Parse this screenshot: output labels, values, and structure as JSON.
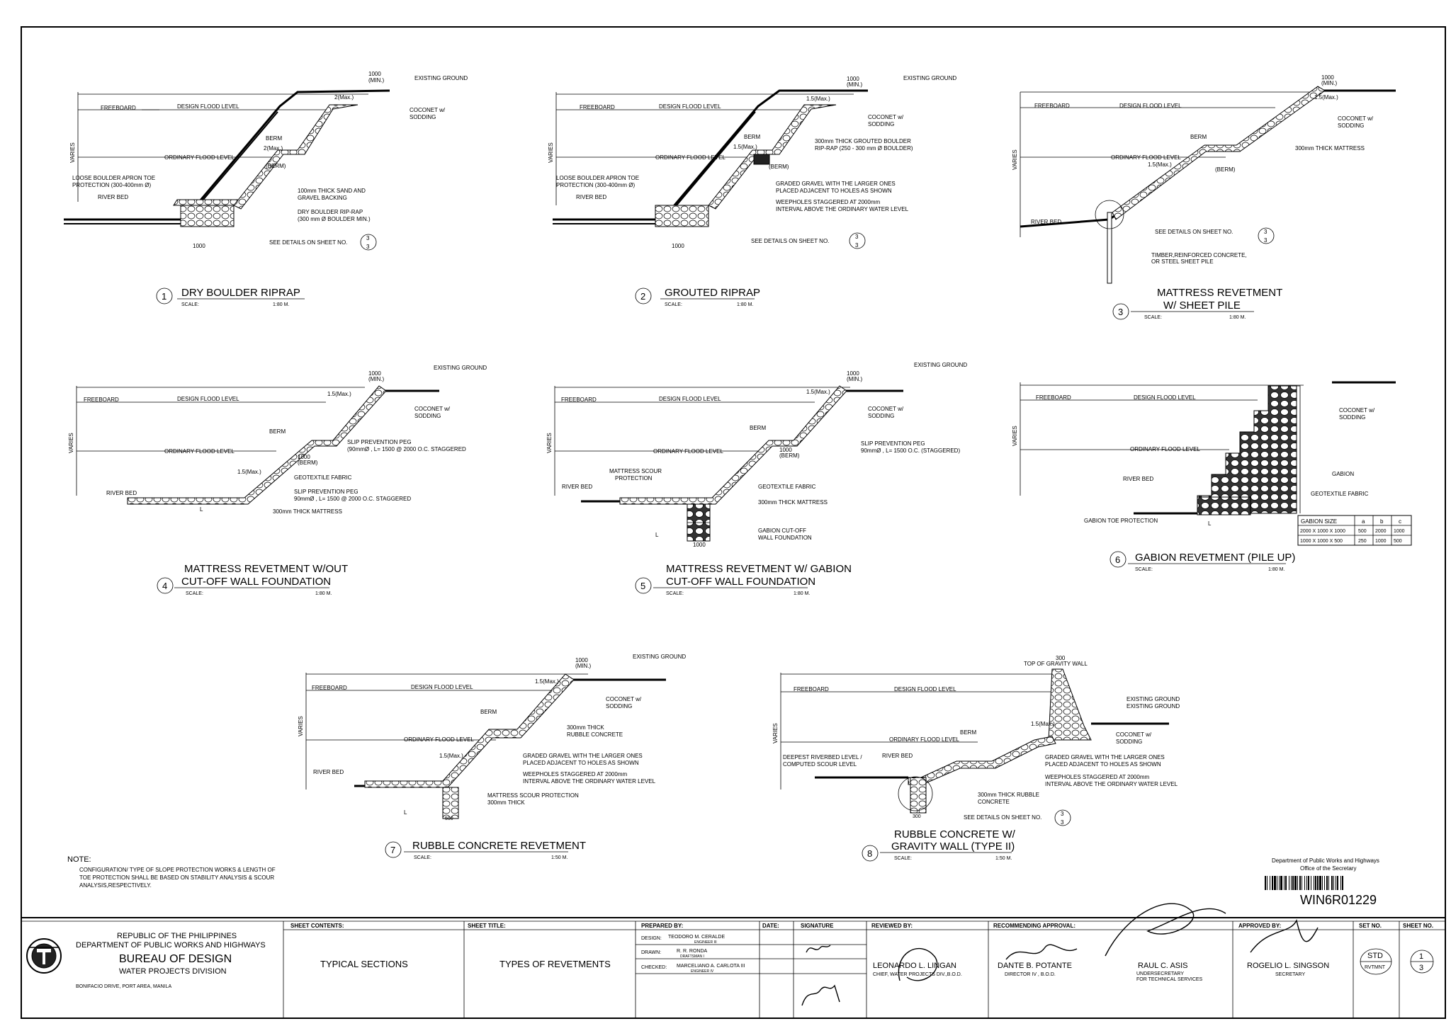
{
  "labels": {
    "freeboard": "FREEBOARD",
    "design_flood_level": "DESIGN FLOOD LEVEL",
    "ordinary_flood_level": "ORDINARY FLOOD LEVEL",
    "existing_ground": "EXISTING GROUND",
    "coconet": "COCONET w/",
    "sodding": "SODDING",
    "berm": "BERM",
    "berm_dim": "(BERM)",
    "river_bed": "RIVER BED",
    "varies": "VARIES",
    "min": "(MIN.)",
    "slope_2max": "2(Max.)",
    "slope_15max": "1.5(Max.)",
    "one": "1",
    "dim_1000": "1000",
    "dim_500": "500",
    "dim_300": "300",
    "L": "L",
    "see_details": "SEE DETAILS ON SHEET NO.",
    "detail_sheet_top": "3",
    "detail_sheet_bottom": "3"
  },
  "sections": [
    {
      "number": "1",
      "title": "DRY BOULDER RIPRAP",
      "title2": "",
      "scale_label": "SCALE:",
      "scale": "1:80 M."
    },
    {
      "number": "2",
      "title": "GROUTED RIPRAP",
      "title2": "",
      "scale_label": "SCALE:",
      "scale": "1:80 M."
    },
    {
      "number": "3",
      "title": "MATTRESS REVETMENT",
      "title2": "W/ SHEET PILE",
      "scale_label": "SCALE:",
      "scale": "1:80 M."
    },
    {
      "number": "4",
      "title": "MATTRESS REVETMENT W/OUT",
      "title2": "CUT-OFF WALL FOUNDATION",
      "scale_label": "SCALE:",
      "scale": "1:80 M."
    },
    {
      "number": "5",
      "title": "MATTRESS REVETMENT W/ GABION",
      "title2": "CUT-OFF WALL FOUNDATION",
      "scale_label": "SCALE:",
      "scale": "1:80 M."
    },
    {
      "number": "6",
      "title": "GABION REVETMENT (PILE UP)",
      "title2": "",
      "scale_label": "SCALE:",
      "scale": "1:80 M."
    },
    {
      "number": "7",
      "title": "RUBBLE CONCRETE REVETMENT",
      "title2": "",
      "scale_label": "SCALE:",
      "scale": "1:50 M."
    },
    {
      "number": "8",
      "title": "RUBBLE CONCRETE W/",
      "title2": "GRAVITY WALL (TYPE II)",
      "scale_label": "SCALE:",
      "scale": "1:50 M."
    }
  ],
  "annotations": {
    "s1_apron": "LOOSE BOULDER APRON TOE",
    "s1_apron2": "PROTECTION (300-400mm Ø)",
    "s1_sand": "100mm THICK SAND AND",
    "s1_sand2": "GRAVEL BACKING",
    "s1_riprap": "DRY BOULDER RIP-RAP",
    "s1_riprap2": "(300 mm Ø BOULDER MIN.)",
    "s2_grouted": "300mm THICK GROUTED BOULDER",
    "s2_grouted2": "RIP-RAP (250 - 300 mm Ø BOULDER)",
    "s2_gravel": "GRADED GRAVEL WITH THE LARGER ONES",
    "s2_gravel2": "PLACED ADJACENT TO HOLES AS SHOWN",
    "s2_weep": "WEEPHOLES STAGGERED AT 2000mm",
    "s2_weep2": "INTERVAL ABOVE THE ORDINARY WATER LEVEL",
    "s3_mattress": "300mm THICK MATTRESS",
    "s3_pile": "TIMBER,REINFORCED CONCRETE,",
    "s3_pile2": "OR STEEL SHEET PILE",
    "s4_peg": "SLIP PREVENTION PEG",
    "s4_peg2": "(90mmØ , L= 1500 @ 2000 O.C. STAGGERED",
    "s4_geo": "GEOTEXTILE FABRIC",
    "s4_peg3": "SLIP PREVENTION PEG",
    "s4_peg4": "90mmØ , L= 1500 @ 2000 O.C. STAGGERED",
    "s4_mattress": "300mm THICK MATTRESS",
    "s5_scour": "MATTRESS SCOUR",
    "s5_scour2": "PROTECTION",
    "s5_peg": "SLIP PREVENTION PEG",
    "s5_peg2": "90mmØ , L= 1500 O.C. (STAGGERED)",
    "s5_geo": "GEOTEXTILE FABRIC",
    "s5_mattress": "300mm THICK MATTRESS",
    "s5_gabion": "GABION CUT-OFF",
    "s5_gabion2": "WALL FOUNDATION",
    "s6_gabion": "GABION",
    "s6_geo": "GEOTEXTILE FABRIC",
    "s6_toe": "GABION TOE PROTECTION",
    "s7_rubble": "300mm THICK",
    "s7_rubble2": "RUBBLE CONCRETE",
    "s7_gravel": "GRADED GRAVEL WITH THE LARGER ONES",
    "s7_gravel2": "PLACED ADJACENT TO HOLES AS SHOWN",
    "s7_weep": "WEEPHOLES STAGGERED AT 2000mm",
    "s7_weep2": "INTERVAL ABOVE THE ORDINARY WATER LEVEL",
    "s7_scour": "MATTRESS SCOUR PROTECTION",
    "s7_scour2": "300mm THICK",
    "s8_top": "TOP OF GRAVITY WALL",
    "s8_deep": "DEEPEST RIVERBED LEVEL /",
    "s8_deep2": "COMPUTED SCOUR LEVEL",
    "s8_rubble": "300mm THICK RUBBLE",
    "s8_rubble2": "CONCRETE"
  },
  "gabion_table": {
    "headers": [
      "GABION SIZE",
      "a",
      "b",
      "c"
    ],
    "rows": [
      [
        "2000 X 1000 X 1000",
        "500",
        "2000",
        "1000"
      ],
      [
        "1000 X 1000 X 500",
        "250",
        "1000",
        "500"
      ]
    ]
  },
  "note": {
    "heading": "NOTE:",
    "line1": "CONFIGURATION/ TYPE OF SLOPE PROTECTION WORKS & LENGTH OF",
    "line2": "TOE PROTECTION SHALL BE BASED ON STABILITY ANALYSIS & SCOUR",
    "line3": "ANALYSIS,RESPECTIVELY."
  },
  "stamp": {
    "line1": "Department of Public Works and Highways",
    "line2": "Office of the Secretary",
    "code": "WIN6R01229"
  },
  "title_block": {
    "agency1": "REPUBLIC OF THE PHILIPPINES",
    "agency2": "DEPARTMENT OF PUBLIC WORKS AND HIGHWAYS",
    "bureau": "BUREAU OF DESIGN",
    "division": "WATER PROJECTS DIVISION",
    "address": "BONIFACIO DRIVE, PORT AREA, MANILA",
    "sheet_contents_label": "SHEET CONTENTS:",
    "sheet_contents": "TYPICAL SECTIONS",
    "sheet_title_label": "SHEET TITLE:",
    "sheet_title": "TYPES OF REVETMENTS",
    "prepared_label": "PREPARED BY:",
    "date_label": "DATE:",
    "signature_label": "SIGNATURE",
    "design_label": "DESIGN:",
    "design_name": "TEODORO M. CERALDE",
    "design_role": "ENGINEER III",
    "drawn_label": "DRAWN:",
    "drawn_name": "R. R. RONDA",
    "drawn_role": "DRAFTSMAN I",
    "checked_label": "CHECKED:",
    "checked_name": "MARCELIANO A. CARLOTA III",
    "checked_role": "ENGINEER IV",
    "reviewed_label": "REVIEWED BY:",
    "reviewed_name": "LEONARDO L. LINGAN",
    "reviewed_role": "CHIEF, WATER PROJECTS DIV.,B.O.D.",
    "recommending_label": "RECOMMENDING APPROVAL:",
    "rec1_name": "DANTE B. POTANTE",
    "rec1_role": "DIRECTOR IV , B.O.D.",
    "rec2_name": "RAUL C. ASIS",
    "rec2_role1": "UNDERSECRETARY",
    "rec2_role2": "FOR TECHNICAL SERVICES",
    "approved_label": "APPROVED BY:",
    "approved_name": "ROGELIO L. SINGSON",
    "approved_role": "SECRETARY",
    "set_label": "SET NO.",
    "set_top": "STD",
    "set_bottom": "RVTMNT",
    "sheet_label": "SHEET NO.",
    "sheet_top": "1",
    "sheet_bottom": "3"
  }
}
